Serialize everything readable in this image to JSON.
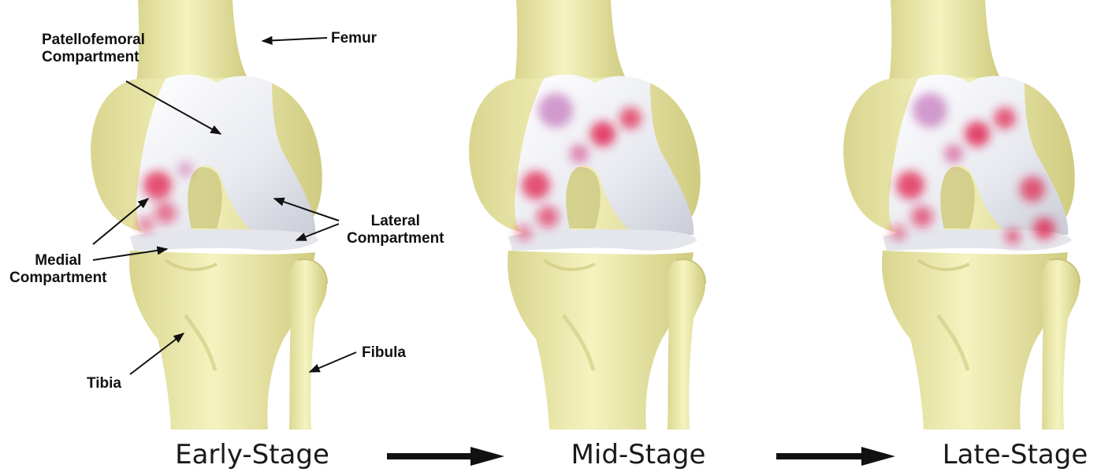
{
  "labels": {
    "patellofemoral": [
      "Patellofemoral",
      "Compartment"
    ],
    "femur": "Femur",
    "lateral": [
      "Lateral",
      "Compartment"
    ],
    "medial": [
      "Medial",
      "Compartment"
    ],
    "tibia": "Tibia",
    "fibula": "Fibula"
  },
  "stages": [
    "Early-Stage",
    "Mid-Stage",
    "Late-Stage"
  ],
  "colors": {
    "bone": "#ecebaa",
    "bone_shade": "#cfcb7e",
    "cartilage": "#eef0f4",
    "damage": "#e0184a",
    "arrow": "#111111"
  },
  "icons": [
    "right-arrow-icon",
    "right-arrow-icon"
  ]
}
